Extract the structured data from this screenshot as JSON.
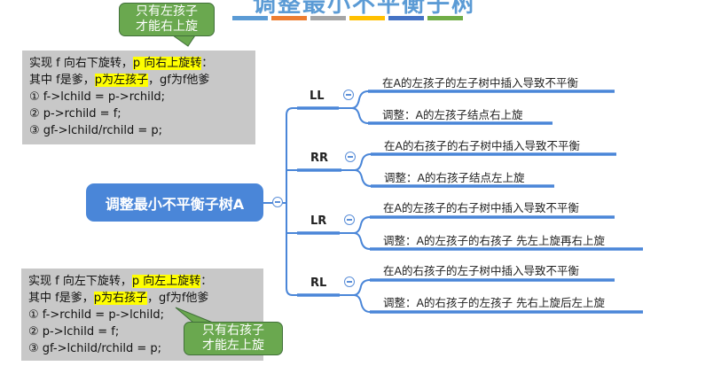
{
  "title": "调整最小不平衡子树",
  "color_bars": [
    "#5b9bd5",
    "#ed7d31",
    "#a5a5a5",
    "#ffc000",
    "#4472c4",
    "#70ad47"
  ],
  "top_callout": {
    "line1": "只有左孩子",
    "line2": "才能右上旋"
  },
  "bottom_callout": {
    "line1": "只有右孩子",
    "line2": "才能左上旋"
  },
  "top_box": {
    "l1a": "实现 f 向右下旋转，",
    "l1b": "p 向右上旋转",
    "l1c": "：",
    "l2a": "其中 f是爹，",
    "l2b": "p为左孩子",
    "l2c": "，gf为f他爹",
    "s1": "① f->lchild = p->rchild;",
    "s2": "② p->rchild = f;",
    "s3": "③ gf->lchild/rchild = p;"
  },
  "bottom_box": {
    "l1a": "实现 f 向左下旋转，",
    "l1b": "p 向左上旋转",
    "l1c": "：",
    "l2a": "其中 f是爹，",
    "l2b": "p为右孩子",
    "l2c": "，gf为f他爹",
    "s1": "① f->rchild = p->lchild;",
    "s2": "② p->lchild = f;",
    "s3": "③ gf->lchild/rchild = p;"
  },
  "mindmap": {
    "root": "调整最小不平衡子树A",
    "branches": [
      {
        "label": "LL",
        "cause": "在A的左孩子的左子树中插入导致不平衡",
        "fix": "调整：A的左孩子结点右上旋"
      },
      {
        "label": "RR",
        "cause": "在A的右孩子的右子树中插入导致不平衡",
        "fix": "调整：A的右孩子结点左上旋"
      },
      {
        "label": "LR",
        "cause": "在A的左孩子的右子树中插入导致不平衡",
        "fix": "调整：A的左孩子的右孩子 先左上旋再右上旋"
      },
      {
        "label": "RL",
        "cause": "在A的右孩子的左子树中插入导致不平衡",
        "fix": "调整：A的右孩子的左孩子 先右上旋后左上旋"
      }
    ]
  }
}
